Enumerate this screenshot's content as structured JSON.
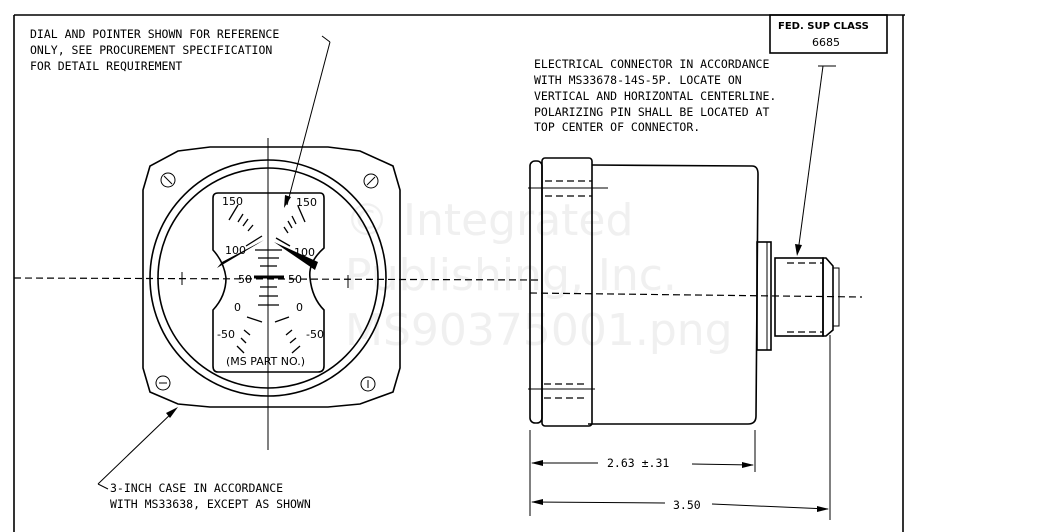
{
  "title_block": {
    "label": "FED. SUP CLASS",
    "value": "6685"
  },
  "notes": {
    "dial_note": [
      "DIAL AND POINTER SHOWN FOR REFERENCE",
      "ONLY, SEE PROCUREMENT SPECIFICATION",
      "FOR DETAIL REQUIREMENT"
    ],
    "connector_note": [
      "ELECTRICAL CONNECTOR IN ACCORDANCE",
      "WITH MS33678-14S-5P.  LOCATE ON",
      "VERTICAL AND HORIZONTAL CENTERLINE.",
      "POLARIZING PIN SHALL BE LOCATED AT",
      "TOP CENTER OF CONNECTOR."
    ],
    "case_note": [
      "3-INCH CASE IN ACCORDANCE",
      "WITH MS33638, EXCEPT AS SHOWN"
    ]
  },
  "dial": {
    "left_scale": [
      "150",
      "100",
      "50",
      "0",
      "-50"
    ],
    "right_scale": [
      "150",
      "100",
      "50",
      "0",
      "-50"
    ],
    "part_label": "(MS PART NO.)"
  },
  "dimensions": {
    "body_length": "2.63 ±.31",
    "overall_length": "3.50"
  },
  "watermark": [
    "© Integrated",
    "Publishing, Inc.",
    "MS90375001.png"
  ]
}
